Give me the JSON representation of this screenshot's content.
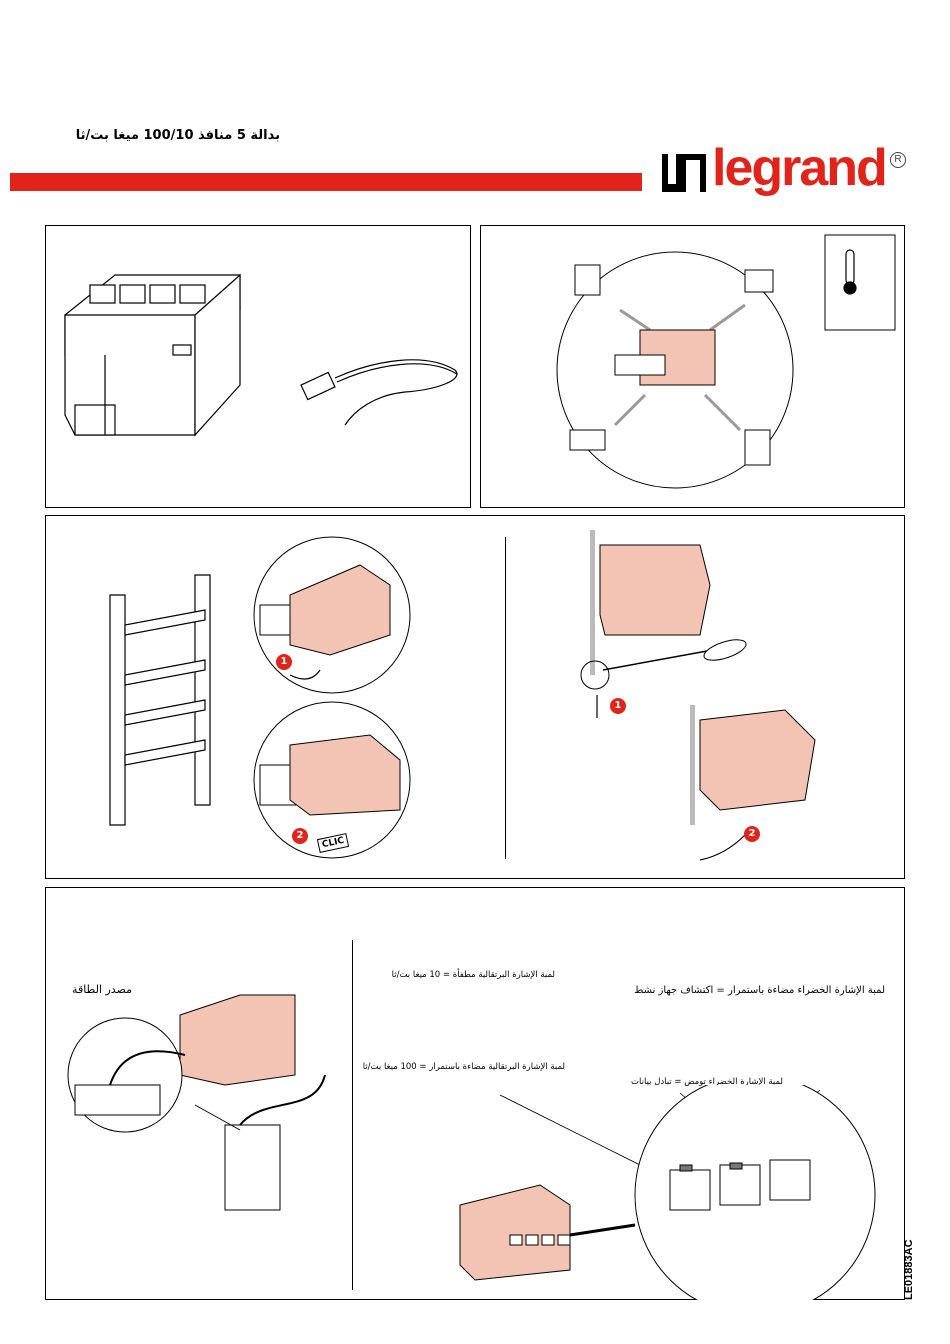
{
  "header": {
    "title": "بدالة 5 منافذ 100/10 ميغا بت/ثا",
    "brand": "legrand",
    "registered_mark": "R",
    "accent_color": "#e2231a"
  },
  "mounting": {
    "step1": "1",
    "step2": "2",
    "click_label": "CLIC"
  },
  "removal": {
    "step1": "1",
    "step2": "2"
  },
  "power_leds": {
    "power_supply_label": "مصدر الطاقة",
    "orange_off": "لمبة الإشارة البرتقالية مطفأة = 10 ميغا بت/ثا",
    "orange_on": "لمبة الإشارة البرتقالية مضاءة باستمرار = 100 ميغا بت/ثا",
    "green_on": "لمبة الإشارة الخضراء مضاءة باستمرار = اكتشاف جهاز نشط",
    "green_blink": "لمبة الإشارة الخضراء تومض = تبادل بيانات"
  },
  "document_code": "LE01883AC",
  "colors": {
    "device_fill": "#f3c4b4",
    "line": "#000000",
    "arrow": "#9a9a9a"
  }
}
